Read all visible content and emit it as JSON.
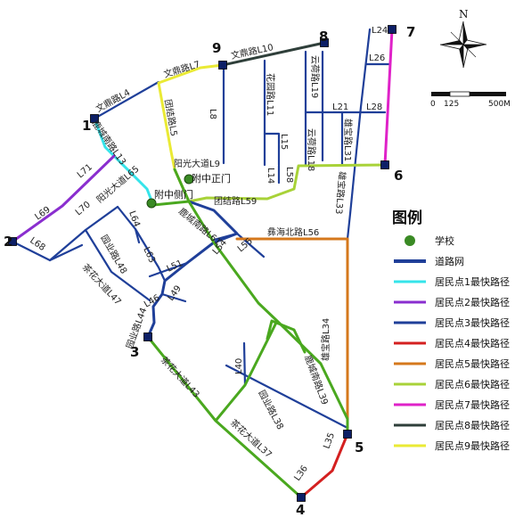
{
  "compass": {
    "north_label": "N"
  },
  "scale": {
    "ticks": [
      "0",
      "125",
      "500M"
    ]
  },
  "colors": {
    "road": "#1f3f99",
    "school": "#3a8a24",
    "node": "#0d1f66",
    "r1": "#35e4ea",
    "r2": "#8a2ecf",
    "r3": "#1f3f99",
    "r4": "#d42020",
    "r5": "#d5781c",
    "r6": "#a8d238",
    "r7": "#df22c8",
    "r8": "#2f3f3a",
    "r9": "#eaea35",
    "green": "#4aa81f"
  },
  "nodes": [
    {
      "id": "1",
      "label": "1"
    },
    {
      "id": "2",
      "label": "2"
    },
    {
      "id": "3",
      "label": "3"
    },
    {
      "id": "4",
      "label": "4"
    },
    {
      "id": "5",
      "label": "5"
    },
    {
      "id": "6",
      "label": "6"
    },
    {
      "id": "7",
      "label": "7"
    },
    {
      "id": "8",
      "label": "8"
    },
    {
      "id": "9",
      "label": "9"
    }
  ],
  "schools": [
    {
      "id": "north-gate",
      "label": "附中正门"
    },
    {
      "id": "side-gate",
      "label": "附中侧门"
    }
  ],
  "road_labels": [
    {
      "id": "L4",
      "text": "文鼎路L4"
    },
    {
      "id": "L13",
      "text": "鹿城南路L13"
    },
    {
      "id": "L7",
      "text": "文鼎路L7"
    },
    {
      "id": "L10",
      "text": "文鼎路L10"
    },
    {
      "id": "L5",
      "text": "团结路L5"
    },
    {
      "id": "L8",
      "text": "L8"
    },
    {
      "id": "L11",
      "text": "花园路L11"
    },
    {
      "id": "L15",
      "text": "L15"
    },
    {
      "id": "L18",
      "text": "云荷路L18"
    },
    {
      "id": "L19",
      "text": "云荷路L19"
    },
    {
      "id": "L21",
      "text": "L21"
    },
    {
      "id": "L24",
      "text": "L24"
    },
    {
      "id": "L26",
      "text": "L26"
    },
    {
      "id": "L28",
      "text": "L28"
    },
    {
      "id": "L31",
      "text": "雄宝路L31"
    },
    {
      "id": "L9",
      "text": "阳光大道L9"
    },
    {
      "id": "L14",
      "text": "L14"
    },
    {
      "id": "L58",
      "text": "L58"
    },
    {
      "id": "L59",
      "text": "团结路L59"
    },
    {
      "id": "L33",
      "text": "雄宝路L33"
    },
    {
      "id": "L71",
      "text": "L71"
    },
    {
      "id": "L65",
      "text": "阳光大道L65"
    },
    {
      "id": "L69",
      "text": "L69"
    },
    {
      "id": "L70",
      "text": "L70"
    },
    {
      "id": "L64",
      "text": "L64"
    },
    {
      "id": "L68",
      "text": "L68"
    },
    {
      "id": "L61",
      "text": "鹿城南路L61"
    },
    {
      "id": "L54",
      "text": "L54"
    },
    {
      "id": "L55",
      "text": "L55"
    },
    {
      "id": "L56",
      "text": "彝海北路L56"
    },
    {
      "id": "L48",
      "text": "园业路L48"
    },
    {
      "id": "L63",
      "text": "L63"
    },
    {
      "id": "L51",
      "text": "L51"
    },
    {
      "id": "L46",
      "text": "L46"
    },
    {
      "id": "L49",
      "text": "L49"
    },
    {
      "id": "L47",
      "text": "茶花大道L47"
    },
    {
      "id": "L44",
      "text": "园业路L44"
    },
    {
      "id": "L34",
      "text": "雄宝路L34"
    },
    {
      "id": "L40",
      "text": "L40"
    },
    {
      "id": "L39",
      "text": "鹿城南路L39"
    },
    {
      "id": "L43",
      "text": "茶花大道L43"
    },
    {
      "id": "L38",
      "text": "园业路L38"
    },
    {
      "id": "L37",
      "text": "茶花大道L37"
    },
    {
      "id": "L35",
      "text": "L35"
    },
    {
      "id": "L36",
      "text": "L36"
    }
  ],
  "legend": {
    "title": "图例",
    "items": [
      {
        "label": "学校",
        "kind": "school"
      },
      {
        "label": "道路网",
        "kind": "road"
      },
      {
        "label": "居民点1最快路径",
        "kind": "r1"
      },
      {
        "label": "居民点2最快路径",
        "kind": "r2"
      },
      {
        "label": "居民点3最快路径",
        "kind": "r3"
      },
      {
        "label": "居民点4最快路径",
        "kind": "r4"
      },
      {
        "label": "居民点5最快路径",
        "kind": "r5"
      },
      {
        "label": "居民点6最快路径",
        "kind": "r6"
      },
      {
        "label": "居民点7最快路径",
        "kind": "r7"
      },
      {
        "label": "居民点8最快路径",
        "kind": "r8"
      },
      {
        "label": "居民点9最快路径",
        "kind": "r9"
      }
    ]
  }
}
